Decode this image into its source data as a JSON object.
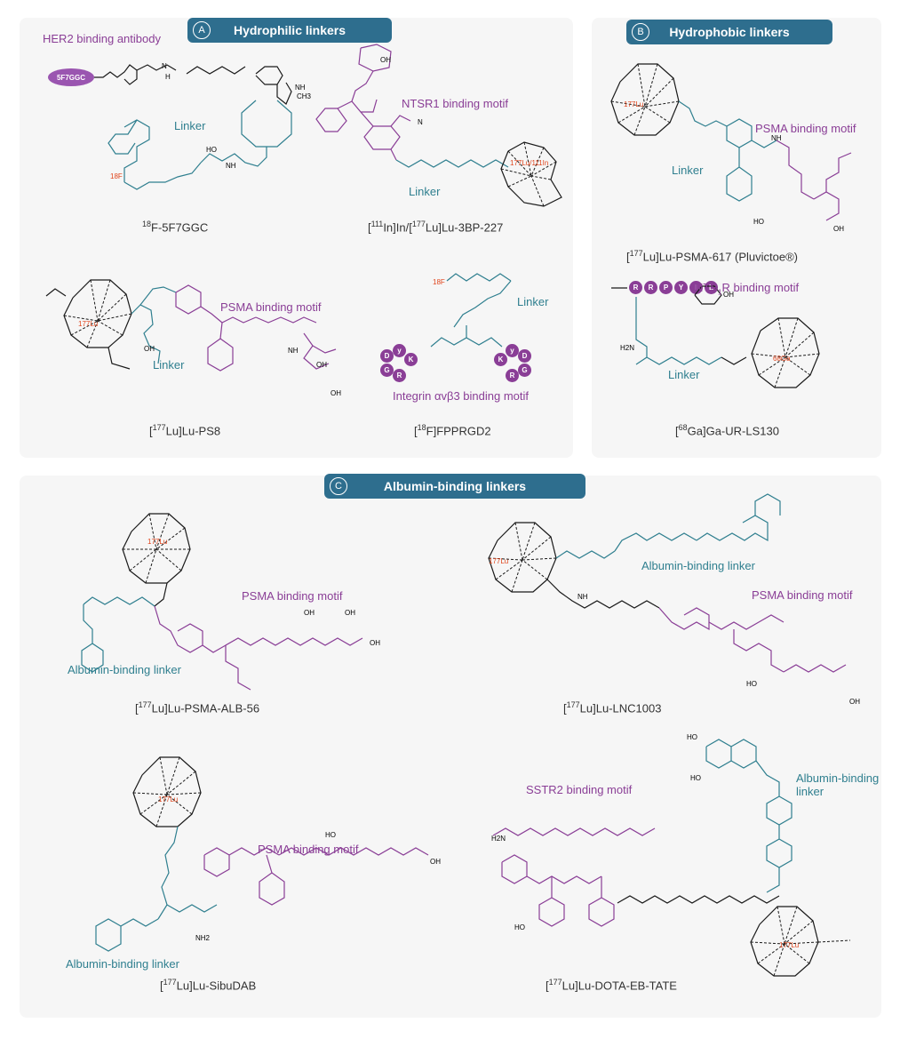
{
  "panels": {
    "a": {
      "letter": "A",
      "title": "Hydrophilic linkers",
      "labels": {
        "her2": "HER2 binding antibody",
        "antibody_tag": "5F7GGC",
        "linker1": "Linker",
        "ntsr1": "NTSR1 binding motif",
        "linker2": "Linker",
        "psma": "PSMA binding motif",
        "linker3": "Linker",
        "linker4": "Linker",
        "integrin": "Integrin αvβ3 binding motif"
      },
      "compounds": {
        "c1": "18F-5F7GGC",
        "c2": "[111In]In/[177Lu]Lu-3BP-227",
        "c3": "[177Lu]Lu-PS8",
        "c4": "[18F]FPPRGD2"
      },
      "rgd_beads": [
        "D",
        "y",
        "K",
        "G",
        "R",
        "K",
        "y",
        "D",
        "R",
        "G"
      ]
    },
    "b": {
      "letter": "B",
      "title": "Hydrophobic linkers",
      "labels": {
        "psma": "PSMA binding motif",
        "linker1": "Linker",
        "nts": "NTS1R binding motif",
        "linker2": "Linker"
      },
      "compounds": {
        "c1": "[177Lu]Lu-PSMA-617 (Pluvictoe®)",
        "c2": "[68Ga]Ga-UR-LS130"
      },
      "peptide_beads": [
        "R",
        "R",
        "P",
        "Y",
        "I",
        "L"
      ]
    },
    "c": {
      "letter": "C",
      "title": "Albumin-binding linkers",
      "labels": {
        "psma1": "PSMA binding motif",
        "alb1": "Albumin-binding linker",
        "alb2": "Albumin-binding linker",
        "psma2": "PSMA binding motif",
        "psma3": "PSMA binding motif",
        "alb3": "Albumin-binding linker",
        "sstr2": "SSTR2 binding motif",
        "alb4_line1": "Albumin-binding",
        "alb4_line2": "linker"
      },
      "compounds": {
        "c1": "[177Lu]Lu-PSMA-ALB-56",
        "c2": "[177Lu]Lu-LNC1003",
        "c3": "[177Lu]Lu-SibuDAB",
        "c4": "[177Lu]Lu-DOTA-EB-TATE"
      }
    }
  },
  "colors": {
    "pill": "#2e6e8e",
    "targeting_motif": "#8a3e96",
    "linker": "#2f7f8f",
    "metal": "#e0441b",
    "panel_bg": "#f6f6f6"
  }
}
